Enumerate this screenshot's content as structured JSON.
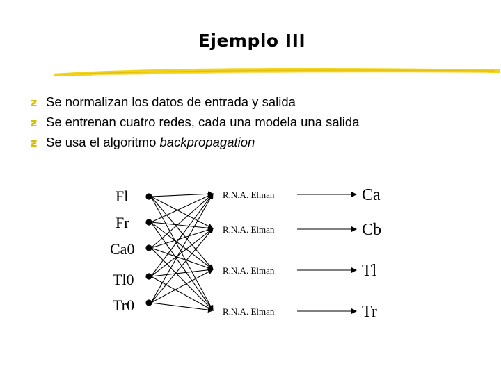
{
  "slide": {
    "title": "Ejemplo III",
    "bullet_icon": "z-bullet-icon",
    "accent_color": "#f2d31b",
    "bullets": [
      {
        "text": "Se normalizan los datos de entrada y salida",
        "em": ""
      },
      {
        "text": "Se entrenan cuatro redes, cada una modela una salida",
        "em": ""
      },
      {
        "text": "Se usa el algoritmo ",
        "em": "backpropagation"
      }
    ]
  },
  "diagram": {
    "inputs": [
      "Fl",
      "Fr",
      "Ca0",
      "Tl0",
      "Tr0"
    ],
    "network_label": "R.N.A. Elman",
    "outputs": [
      "Ca",
      "Cb",
      "Tl",
      "Tr"
    ]
  }
}
